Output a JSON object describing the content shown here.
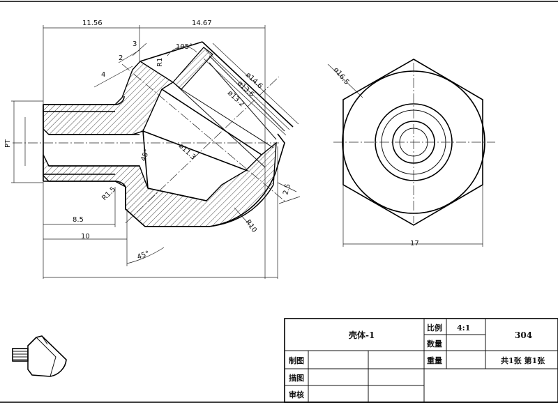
{
  "dimensions": {
    "d_11_56": "11.56",
    "d_14_67": "14.67",
    "d_3": "3",
    "d_2": "2",
    "d_4": "4",
    "d_R1": "R1",
    "d_105": "105°",
    "d_14_6": "ø14.6",
    "d_13_6": "ø13.6",
    "d_13_2": "ø13.2",
    "d_11_3": "ø11.3",
    "d_45_inner": "45°",
    "d_PT": "PT",
    "d_R1_5": "R1.5",
    "d_8_5": "8.5",
    "d_10": "10",
    "d_45_outer": "45°",
    "d_R10": "R10",
    "d_2_5": "2.5",
    "d_16_5": "ø16.5",
    "d_17": "17"
  },
  "title_block": {
    "part_name": "壳体-1",
    "scale_label": "比例",
    "scale_value": "4:1",
    "quantity_label": "数量",
    "material": "304",
    "weight_label": "重量",
    "sheets": "共1张 第1张",
    "drawn_label": "制图",
    "traced_label": "描图",
    "checked_label": "审核"
  }
}
